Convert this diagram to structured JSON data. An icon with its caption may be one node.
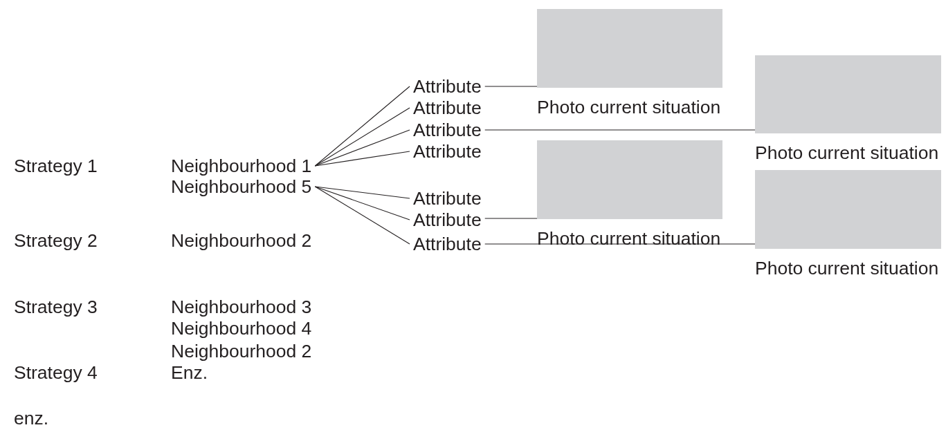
{
  "diagram": {
    "nodes": [
      {
        "text": [
          "Neighbourhood 1"
        ]
      },
      {
        "text": [
          "Neighbourhood 5"
        ]
      },
      {
        "text": [
          "Attribute"
        ]
      },
      {
        "text": [
          "Attribute"
        ]
      },
      {
        "text": [
          "Attribute"
        ]
      },
      {
        "text": [
          "Attribute"
        ]
      },
      {
        "text": [
          "Attribute"
        ]
      },
      {
        "text": [
          "Attribute"
        ]
      },
      {
        "text": [
          "Attribute"
        ]
      },
      {
        "text": [],
        "shape": "box",
        "beside": [
          "Photo current situation"
        ]
      },
      {
        "text": [],
        "shape": "box",
        "beside": [
          "Photo current situation"
        ]
      },
      {
        "text": [],
        "shape": "box",
        "beside": [
          "Photo current situation"
        ]
      },
      {
        "text": [],
        "shape": "box",
        "beside": [
          "Photo current situation"
        ]
      }
    ],
    "edges": [
      {
        "from": 0,
        "to": 2,
        "arrow": "none"
      },
      {
        "from": 0,
        "to": 3,
        "arrow": "none"
      },
      {
        "from": 0,
        "to": 4,
        "arrow": "none"
      },
      {
        "from": 0,
        "to": 5,
        "arrow": "none"
      },
      {
        "from": 1,
        "to": 6,
        "arrow": "none"
      },
      {
        "from": 1,
        "to": 7,
        "arrow": "none"
      },
      {
        "from": 1,
        "to": 8,
        "arrow": "none"
      },
      {
        "from": 2,
        "to": 9,
        "arrow": "none"
      },
      {
        "from": 4,
        "to": 10,
        "arrow": "none"
      },
      {
        "from": 7,
        "to": 11,
        "arrow": "none"
      },
      {
        "from": 8,
        "to": 12,
        "arrow": "none"
      }
    ],
    "labels": [
      "Strategy 1",
      "Strategy 2",
      "Neighbourhood 2",
      "Strategy 3",
      "Neighbourhood 3",
      "Neighbourhood 4",
      "Neighbourhood 2",
      "Strategy 4",
      "Enz.",
      "enz."
    ]
  }
}
